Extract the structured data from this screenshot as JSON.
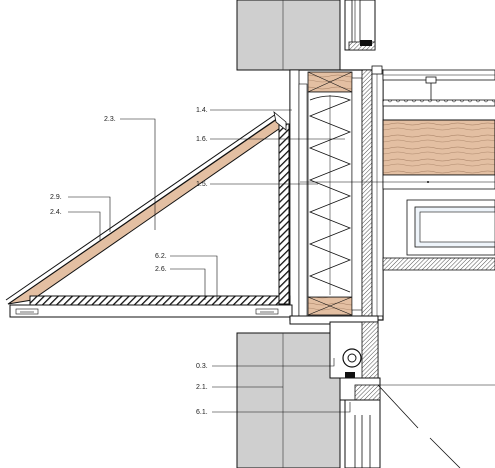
{
  "diagram": {
    "labels": [
      {
        "id": "l-2-3",
        "text": "2.3."
      },
      {
        "id": "l-1-4",
        "text": "1.4."
      },
      {
        "id": "l-1-6",
        "text": "1.6."
      },
      {
        "id": "l-1-5",
        "text": "1.5."
      },
      {
        "id": "l-2-9",
        "text": "2.9."
      },
      {
        "id": "l-2-4",
        "text": "2.4."
      },
      {
        "id": "l-6-2",
        "text": "6.2."
      },
      {
        "id": "l-2-6",
        "text": "2.6."
      },
      {
        "id": "l-0-3",
        "text": "0.3."
      },
      {
        "id": "l-2-1",
        "text": "2.1."
      },
      {
        "id": "l-6-1",
        "text": "6.1."
      }
    ]
  },
  "colors": {
    "concrete": "#cfcfcf",
    "timber": "#e3bfa2",
    "lining": "#d9b7a0",
    "glass": "#eef4fa",
    "line": "#1a1a1a"
  }
}
